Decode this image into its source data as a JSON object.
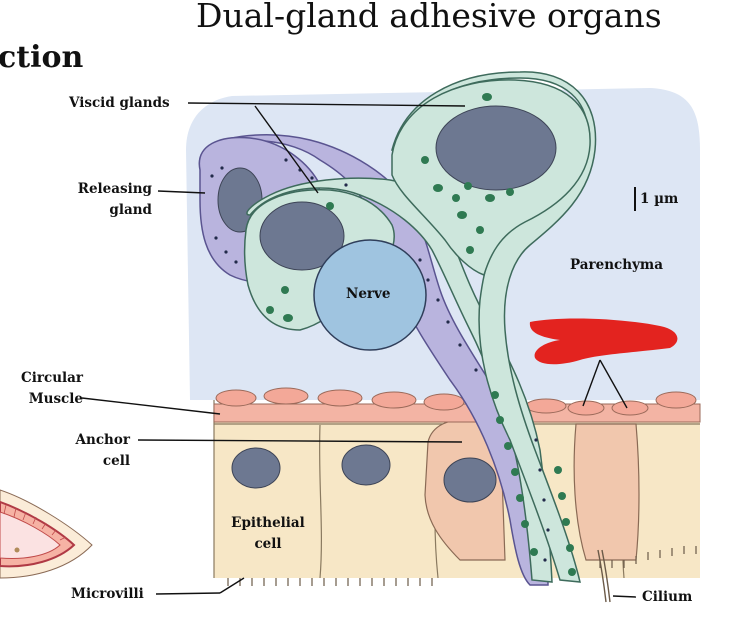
{
  "slide": {
    "title": "Dual-gland adhesive organs",
    "section_heading": "ction"
  },
  "labels": {
    "viscid_glands": "Viscid glands",
    "releasing_gland_1": "Releasing",
    "releasing_gland_2": "gland",
    "scale_bar": "1 µm",
    "parenchyma": "Parenchyma",
    "nerve": "Nerve",
    "circular_muscle_1": "Circular",
    "circular_muscle_2": "Muscle",
    "anchor_cell_1": "Anchor",
    "anchor_cell_2": "cell",
    "epithelial_cell_1": "Epithelial",
    "epithelial_cell_2": "cell",
    "microvilli": "Microvilli",
    "cilium": "Cilium"
  },
  "colors": {
    "parenchyma_bg": "#dde6f4",
    "viscid_gland": "#cde6dc",
    "releasing_gland": "#b9b4de",
    "nerve": "#9fc4e0",
    "muscle": "#f3b4a4",
    "epithelium": "#f7e7c6",
    "anchor_cell": "#f1c7ad",
    "nucleus": "#6d7891",
    "granule": "#2f7a52",
    "redaction": "#e3231f"
  }
}
